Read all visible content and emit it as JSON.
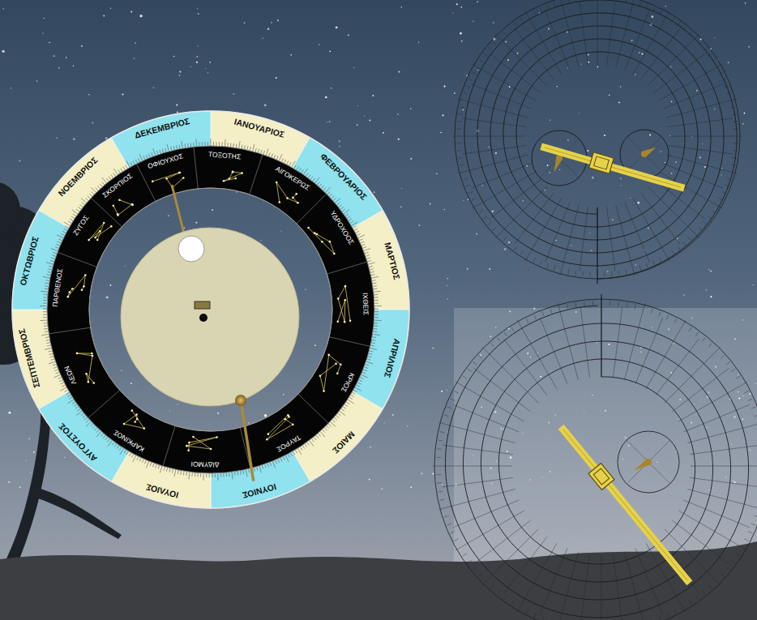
{
  "diagram": {
    "labels": [
      "ΙΑΝΟΥΑΡΙΟΣ",
      "ΦΕΒΡΟΥΑΡΙΟΣ",
      "ΜΑΡΤΙΟΣ",
      "ΑΠΡΙΛΙΟΣ",
      "ΜΑΙΟΣ",
      "ΙΟΥΝΙΟΣ",
      "ΙΟΥΛΙΟΣ",
      "ΑΥΓΟΥΣΤΟΣ",
      "ΣΕΠΤΕΜΒΡΙΟΣ",
      "ΟΚΤΩΒΡΙΟΣ",
      "ΝΟΕΜΒΡΙΟΣ",
      "ΔΕΚΕΜΒΡΙΟΣ",
      "ΤΟΞΟΤΗΣ",
      "ΑΙΓΟΚΕΡΩΣ",
      "ΥΔΡΟΧΟΟΣ",
      "ΙΧΘΕΙΣ",
      "ΚΡΙΟΣ",
      "ΤΑΥΡΟΣ",
      "ΔΙΔΥΜΟΙ",
      "ΚΑΡΚΙΝΟΣ",
      "ΛΕΩΝ",
      "ΠΑΡΘΕΝΟΣ",
      "ΖΥΓΟΣ",
      "ΣΚΟΡΠΙΟΣ",
      "ΟΦΙΟΥΧΟΣ"
    ]
  }
}
